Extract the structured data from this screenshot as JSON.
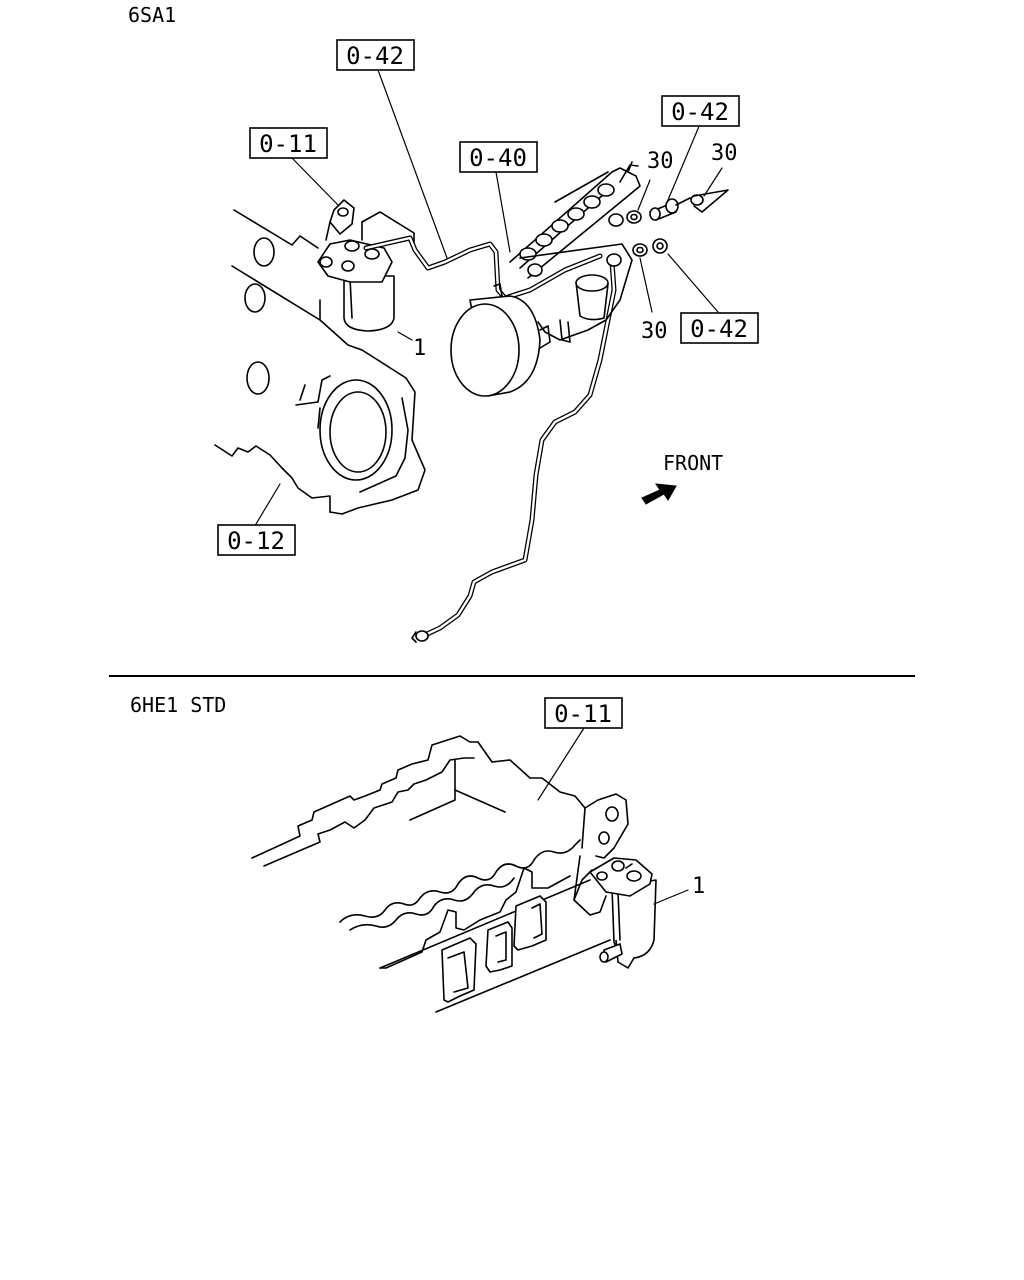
{
  "sections": {
    "top": {
      "title": "6SA1"
    },
    "bottom": {
      "title": "6HE1 STD"
    }
  },
  "refs": {
    "top_0_42_a": "0-42",
    "top_0_11": "0-11",
    "top_0_40": "0-40",
    "top_0_42_b": "0-42",
    "top_0_42_c": "0-42",
    "top_0_12": "0-12",
    "bottom_0_11": "0-11"
  },
  "labels": {
    "top_part_1": "1",
    "top_30_a": "30",
    "top_30_b": "30",
    "top_30_c": "30",
    "bottom_part_1": "1"
  },
  "direction": {
    "front": "FRONT"
  }
}
